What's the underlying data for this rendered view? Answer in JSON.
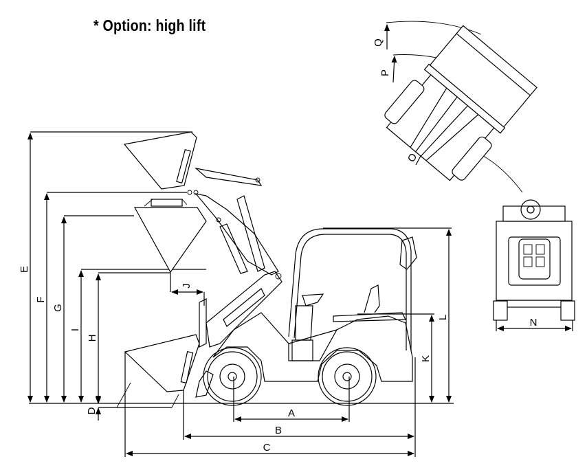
{
  "title": "* Option: high lift",
  "dimensions": {
    "A": "A",
    "B": "B",
    "C": "C",
    "D": "D",
    "E": "E",
    "F": "F",
    "G": "G",
    "H": "H",
    "I": "I",
    "J": "J",
    "K": "K",
    "L": "L",
    "N": "N",
    "O": "O",
    "P": "P",
    "Q": "Q"
  }
}
